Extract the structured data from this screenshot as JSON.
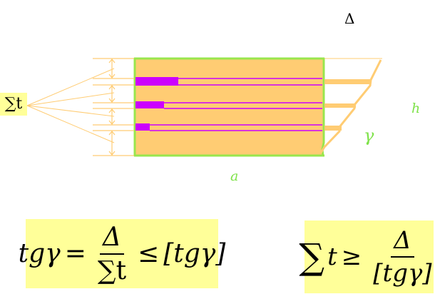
{
  "labels": {
    "delta": "Δ",
    "h": "h",
    "gamma": "γ",
    "a": "a",
    "sum_t": "∑t"
  },
  "formula1": {
    "lhs": "tgγ",
    "eq": "=",
    "num": "Δ",
    "den": "∑t",
    "le": "≤",
    "rhs": "[tgγ]"
  },
  "formula2": {
    "sum": "∑",
    "t": "t",
    "ge": "≥",
    "num": "Δ",
    "den": "[tgγ]"
  },
  "colors": {
    "block": "#ffcc73",
    "outline": "#99e64d",
    "plate": "#cc00ff",
    "guide": "#ffcc73",
    "highlight": "#ffff99",
    "label_green": "#7fe24a"
  }
}
